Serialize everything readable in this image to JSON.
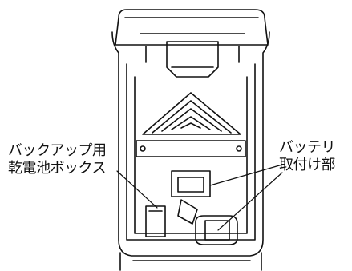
{
  "labels": {
    "backup_box": [
      "バックアップ用",
      "乾電池ボックス"
    ],
    "battery_mount": [
      "バッテリ",
      "取付け部"
    ]
  },
  "colors": {
    "line": "#111111",
    "background": "#ffffff"
  }
}
